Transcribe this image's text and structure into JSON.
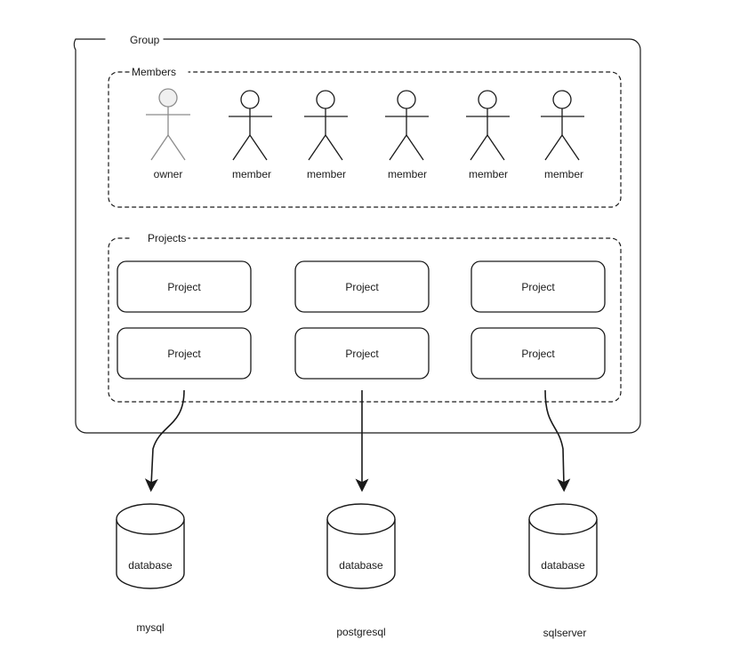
{
  "diagram": {
    "group": {
      "label": "Group",
      "members_section": {
        "label": "Members",
        "people": [
          {
            "label": "owner",
            "role": "owner"
          },
          {
            "label": "member",
            "role": "member"
          },
          {
            "label": "member",
            "role": "member"
          },
          {
            "label": "member",
            "role": "member"
          },
          {
            "label": "member",
            "role": "member"
          },
          {
            "label": "member",
            "role": "member"
          }
        ]
      },
      "projects_section": {
        "label": "Projects",
        "projects": [
          {
            "label": "Project"
          },
          {
            "label": "Project"
          },
          {
            "label": "Project"
          },
          {
            "label": "Project"
          },
          {
            "label": "Project"
          },
          {
            "label": "Project"
          }
        ]
      }
    },
    "databases": [
      {
        "inner_label": "database",
        "name": "mysql"
      },
      {
        "inner_label": "database",
        "name": "postgresql"
      },
      {
        "inner_label": "database",
        "name": "sqlserver"
      }
    ],
    "colors": {
      "line": "#1a1a1a",
      "owner_line": "#8c8c8c",
      "owner_head_fill": "#f0f0f0",
      "text": "#1a1a1a",
      "background": "#ffffff"
    }
  }
}
